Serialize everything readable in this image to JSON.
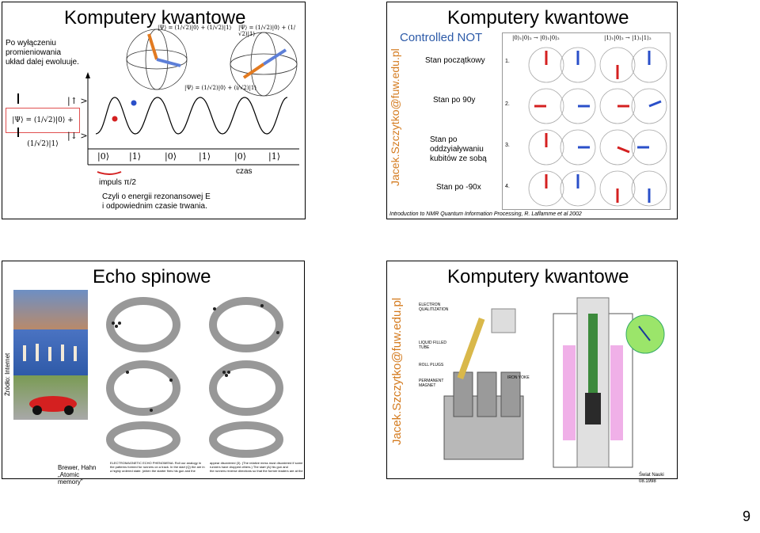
{
  "slide1": {
    "title": "Komputery kwantowe",
    "intro": [
      "Po wyłączeniu promieniowania",
      "układ dalej ewoluuje."
    ],
    "psi_formula": "|Ψ⟩ = (1/√2)|0⟩ + (1/√2)|1⟩",
    "state_up": "|↑ >",
    "state_down": "|↓ >",
    "kets": [
      "|0⟩",
      "|1⟩",
      "|0⟩",
      "|1⟩",
      "|0⟩",
      "|1⟩"
    ],
    "impulse_label": "impuls π/2",
    "time_label": "czas",
    "bloch_formulas": [
      "|Ψ⟩ = (1/√2)|0⟩ + (1/√2)|1⟩",
      "|Ψ⟩ = (1/√2)|0⟩ + (1/√2)|1⟩",
      "|Ψ⟩ = (1/√2)|0⟩ + (i/√2)|1⟩"
    ],
    "note": [
      "Czyli o energii rezonansowej E",
      "i odpowiednim czasie trwania."
    ]
  },
  "slide2": {
    "title": "Komputery kwantowe",
    "subtitle": "Controlled NOT",
    "watermark": "Jacek.Szczytko@fuw.edu.pl",
    "steps": [
      "Stan początkowy",
      "Stan po 90y",
      "Stan po oddzyiaływaniu kubitów ze sobą",
      "Stan po -90x"
    ],
    "row_numbers": [
      "1.",
      "2.",
      "3.",
      "4."
    ],
    "col_headers": [
      "|0⟩₁|0⟩₂ → |0⟩₁|0⟩₂",
      "|1⟩₁|0⟩₂ → |1⟩₁|1⟩₂"
    ],
    "reference": "Introduction to NMR Quantum Information Processing, R. Laflamme et al 2002",
    "arrow_colors": {
      "red": "#d42020",
      "blue": "#2a4fc9"
    }
  },
  "slide3": {
    "title": "Echo spinowe",
    "side_label": "Źródło: Internet",
    "caption": [
      "Brewer, Hahn",
      "„Atomic memory”"
    ],
    "paper_text": [
      "ELECTROMAGNETIC ECHO PHENOMENA: Roll our analogy in",
      "the patterns formed for runners on a track. In the start (Q) the are in",
      "a highly ordered state. (when the starter fires his gun and the"
    ],
    "paper_text_right": [
      "appear disordered (3). (The relative mess must disordered if some",
      "runners have dropped others.) The start (A) his gun and",
      "the runners reverse directions so that the former leaders are at the"
    ]
  },
  "slide4": {
    "title": "Komputery kwantowe",
    "watermark": "Jacek.Szczytko@fuw.edu.pl",
    "labels": [
      "ELECTRON QUALITIZATION",
      "LIQUID FILLED TUBE",
      "ROLL PLUGS",
      "PERMANENT MAGNET",
      "IRON YOKE"
    ],
    "credit": "Świat Nauki 08.1998"
  },
  "page_number": "9"
}
